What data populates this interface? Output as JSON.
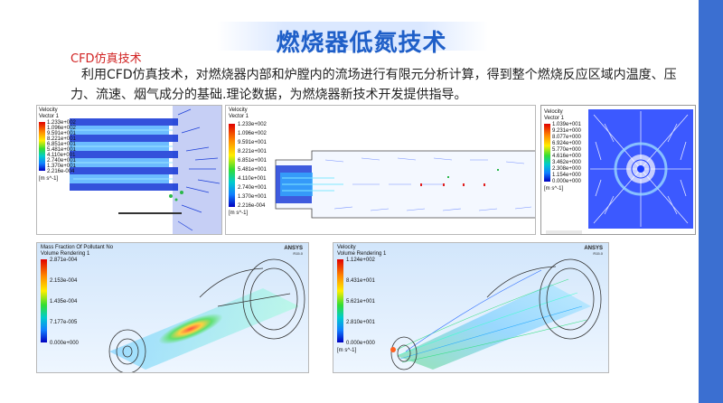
{
  "title": "燃烧器低氮技术",
  "subtitle": "CFD仿真技术",
  "paragraph": "利用CFD仿真技术，对燃烧器内部和炉膛内的流场进行有限元分析计算，得到整个燃烧反应区域内温度、压力、流速、烟气成分的基础.理论数据，为燃烧器新技术开发提供指导。",
  "panels": {
    "top_left": {
      "legend_title": [
        "Velocity",
        "Vector 1"
      ],
      "ticks": [
        "1.233e+002",
        "1.096e+002",
        "9.591e+001",
        "8.221e+001",
        "6.851e+001",
        "5.481e+001",
        "4.110e+001",
        "2.740e+001",
        "1.370e+001",
        "2.216e-004"
      ],
      "unit": "[m s^-1]"
    },
    "top_middle": {
      "legend_title": [
        "Velocity",
        "Vector 1"
      ],
      "ticks": [
        "1.233e+002",
        "1.096e+002",
        "9.591e+001",
        "8.221e+001",
        "6.851e+001",
        "5.481e+001",
        "4.110e+001",
        "2.740e+001",
        "1.370e+001",
        "2.216e-004"
      ],
      "unit": "[m s^-1]"
    },
    "top_right": {
      "legend_title": [
        "Velocity",
        "Vector 1"
      ],
      "ticks": [
        "1.039e+001",
        "9.231e+000",
        "8.077e+000",
        "6.924e+000",
        "5.770e+000",
        "4.616e+000",
        "3.462e+000",
        "2.308e+000",
        "1.154e+000",
        "0.000e+000"
      ],
      "unit": "[m s^-1]"
    },
    "bottom_left": {
      "legend_title": [
        "Mass Fraction Of Pollutant No",
        "Volume Rendering 1"
      ],
      "ticks": [
        "2.871e-004",
        "2.153e-004",
        "1.435e-004",
        "7.177e-005",
        "0.000e+000"
      ],
      "unit": "",
      "brand": "ANSYS",
      "version": "R15.0"
    },
    "bottom_right": {
      "legend_title": [
        "Velocity",
        "Volume Rendering 1"
      ],
      "ticks": [
        "1.124e+002",
        "8.431e+001",
        "5.621e+001",
        "2.810e+001",
        "0.000e+000"
      ],
      "unit": "[m s^-1]",
      "brand": "ANSYS",
      "version": "R15.0"
    }
  },
  "colors": {
    "title": "#1f5fc8",
    "subtitle": "#d12222",
    "accent_band": "#3b6fd1",
    "vector_blue": "#1a3cff",
    "vector_white": "#ffffff"
  }
}
